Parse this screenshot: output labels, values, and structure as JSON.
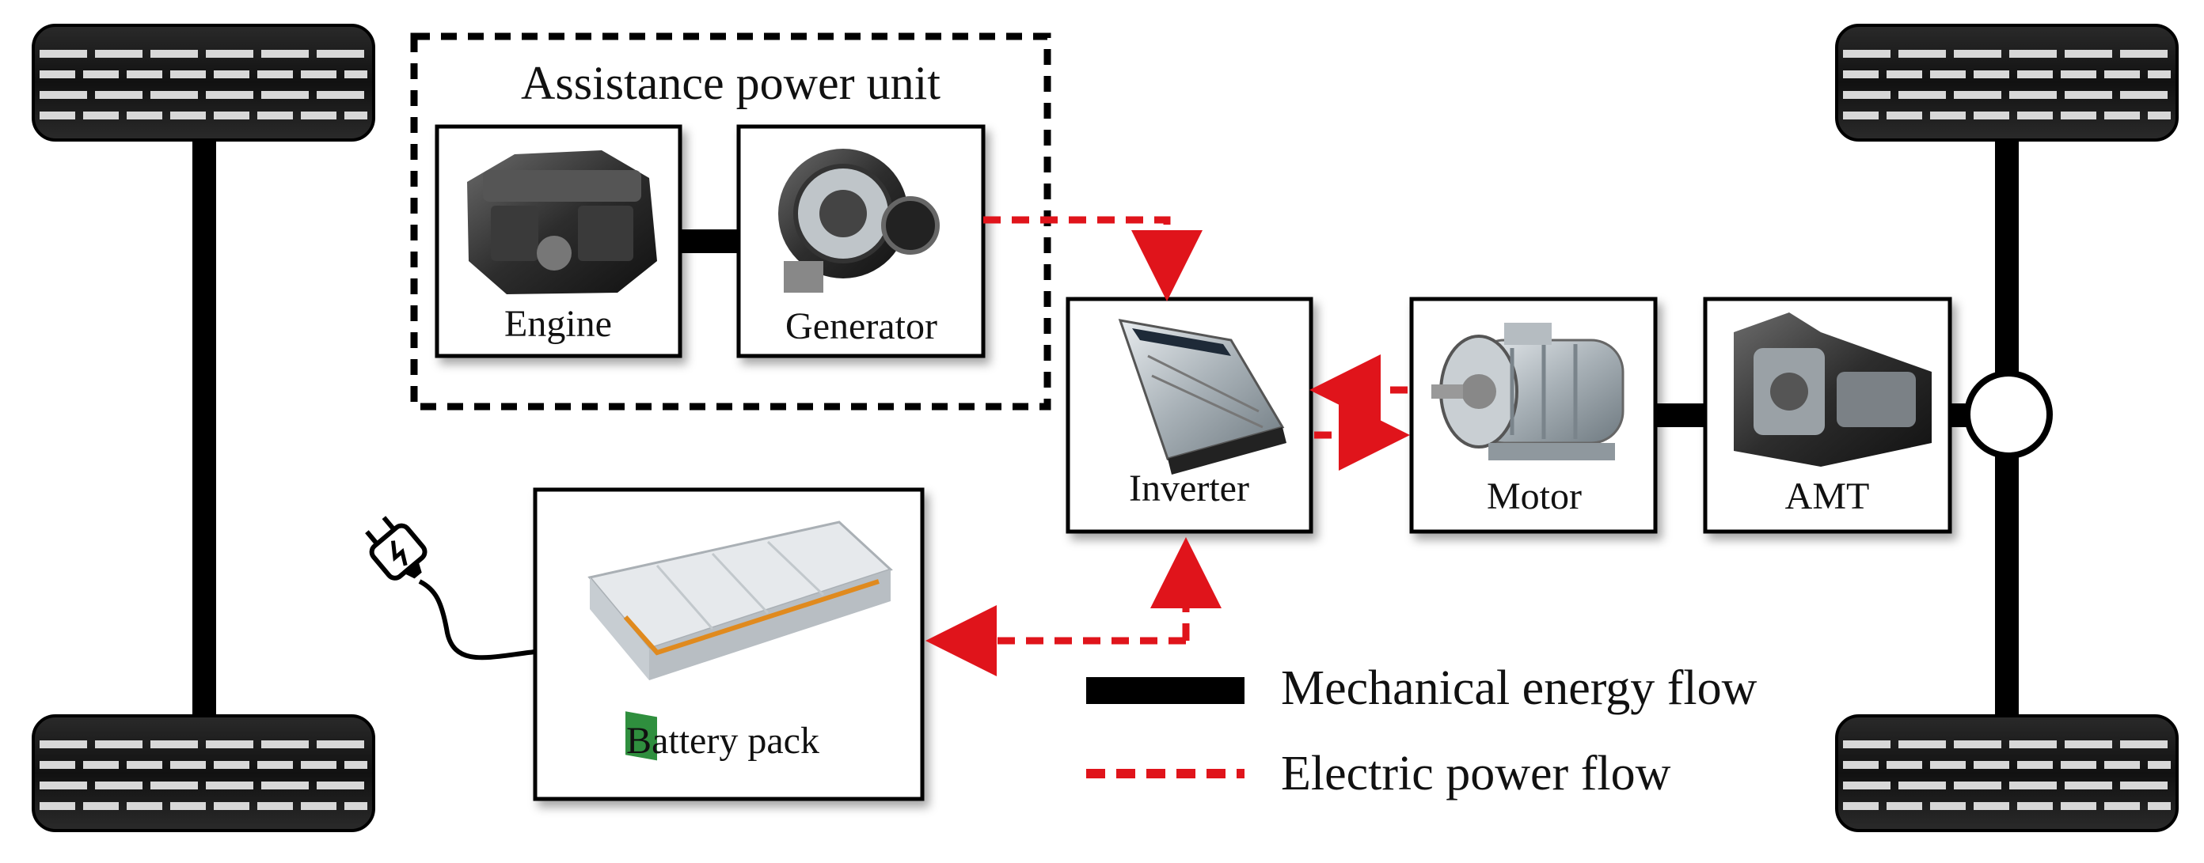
{
  "title": "Assistance power unit",
  "components": {
    "engine": "Engine",
    "generator": "Generator",
    "inverter": "Inverter",
    "motor": "Motor",
    "amt": "AMT",
    "battery": "Battery pack"
  },
  "legend": {
    "mechanical": "Mechanical energy flow",
    "electric": "Electric power flow"
  },
  "icons": [
    "plug-icon",
    "wheel-icon",
    "differential-icon"
  ],
  "colors": {
    "mechanical": "#000000",
    "electric": "#e0141b"
  }
}
